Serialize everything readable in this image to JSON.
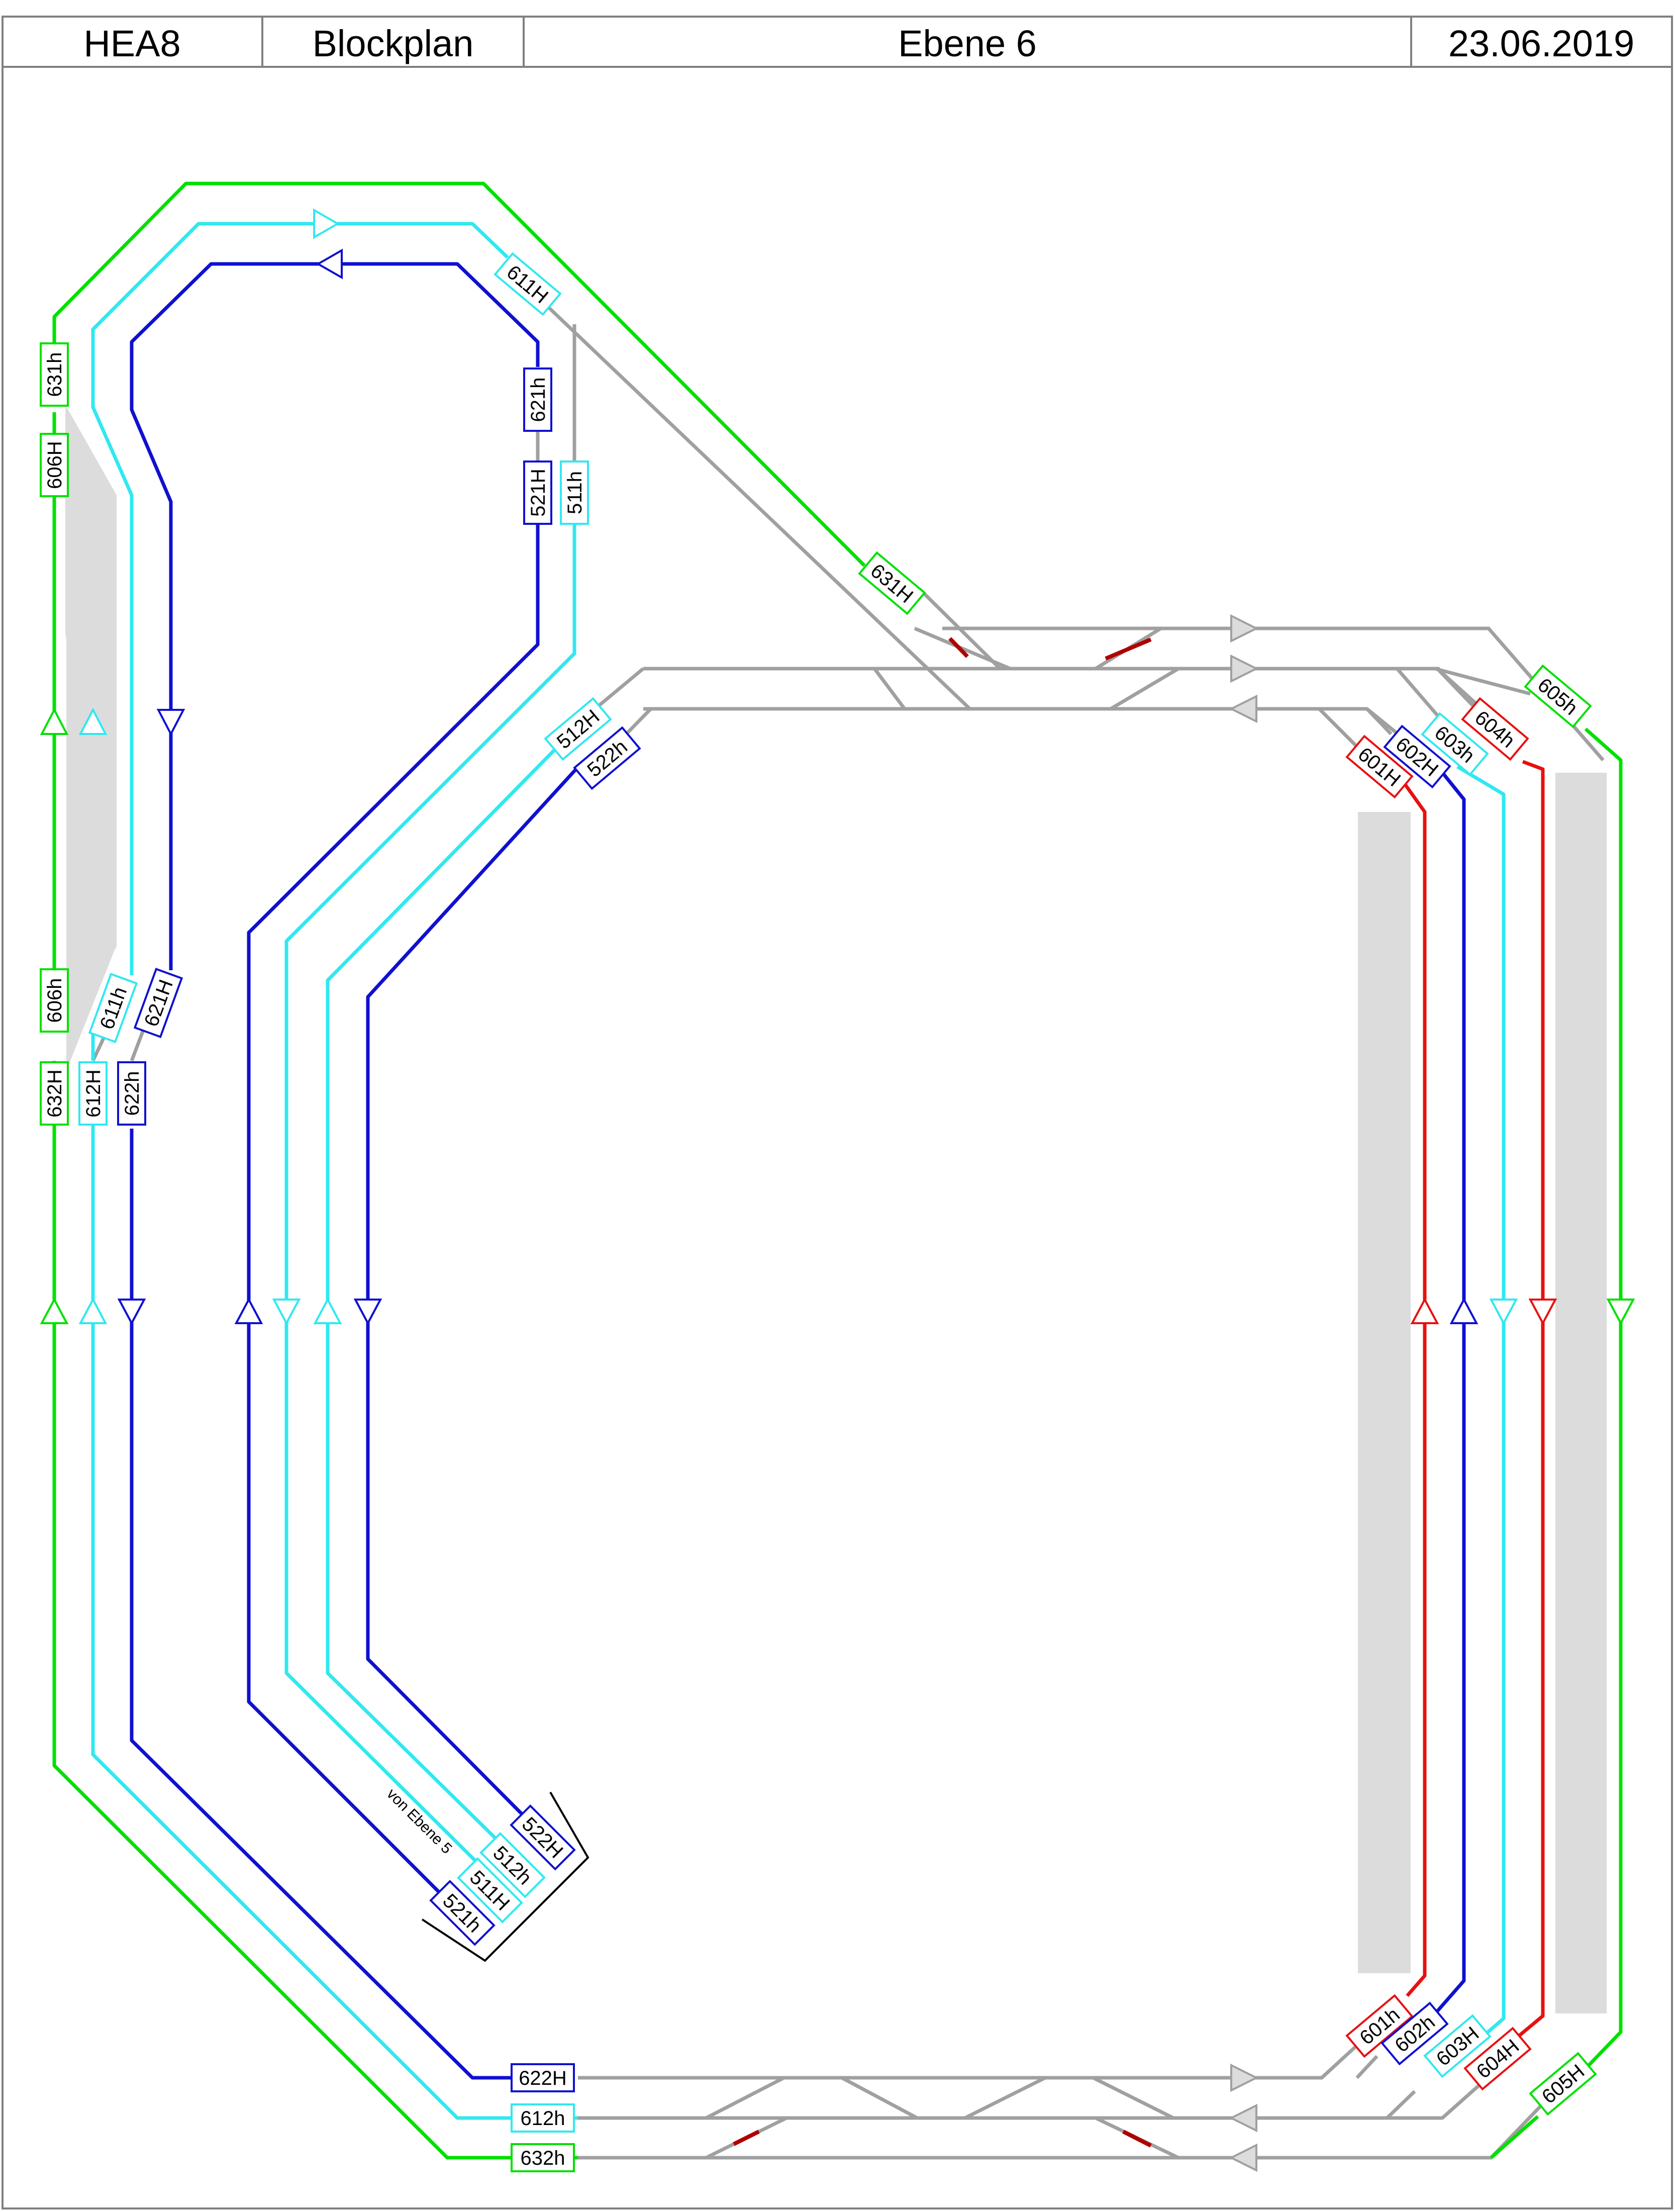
{
  "header": {
    "cells": [
      "HEA8",
      "Blockplan",
      "Ebene 6",
      "23.06.2019"
    ]
  },
  "colors": {
    "green": "#00e000",
    "cyan": "#30e8f0",
    "blue": "#1010d0",
    "red": "#e81010",
    "gray": "#a0a0a0",
    "platform": "#dcdcdc",
    "dark_red": "#b00000"
  },
  "block_labels": {
    "b631h": "631h",
    "b606H": "606H",
    "b606h": "606h",
    "b632H": "632H",
    "b611h": "611h",
    "b621H_left": "621H",
    "b612H": "612H",
    "b622h": "622h",
    "b611H": "611H",
    "b621h": "621h",
    "b521H": "521H",
    "b511h": "511h",
    "b631H": "631H",
    "b512H": "512H",
    "b522h": "522h",
    "b605h": "605h",
    "b604h": "604h",
    "b603h": "603h",
    "b602H": "602H",
    "b601H": "601H",
    "b601h": "601h",
    "b602h": "602h",
    "b603H": "603H",
    "b604H": "604H",
    "b605H": "605H",
    "b622H": "622H",
    "b612h": "612h",
    "b632h": "632h",
    "b522H": "522H",
    "b512h": "512h",
    "b511H": "511H",
    "b521h": "521h"
  },
  "notes": {
    "from_level": "von Ebene 5"
  }
}
